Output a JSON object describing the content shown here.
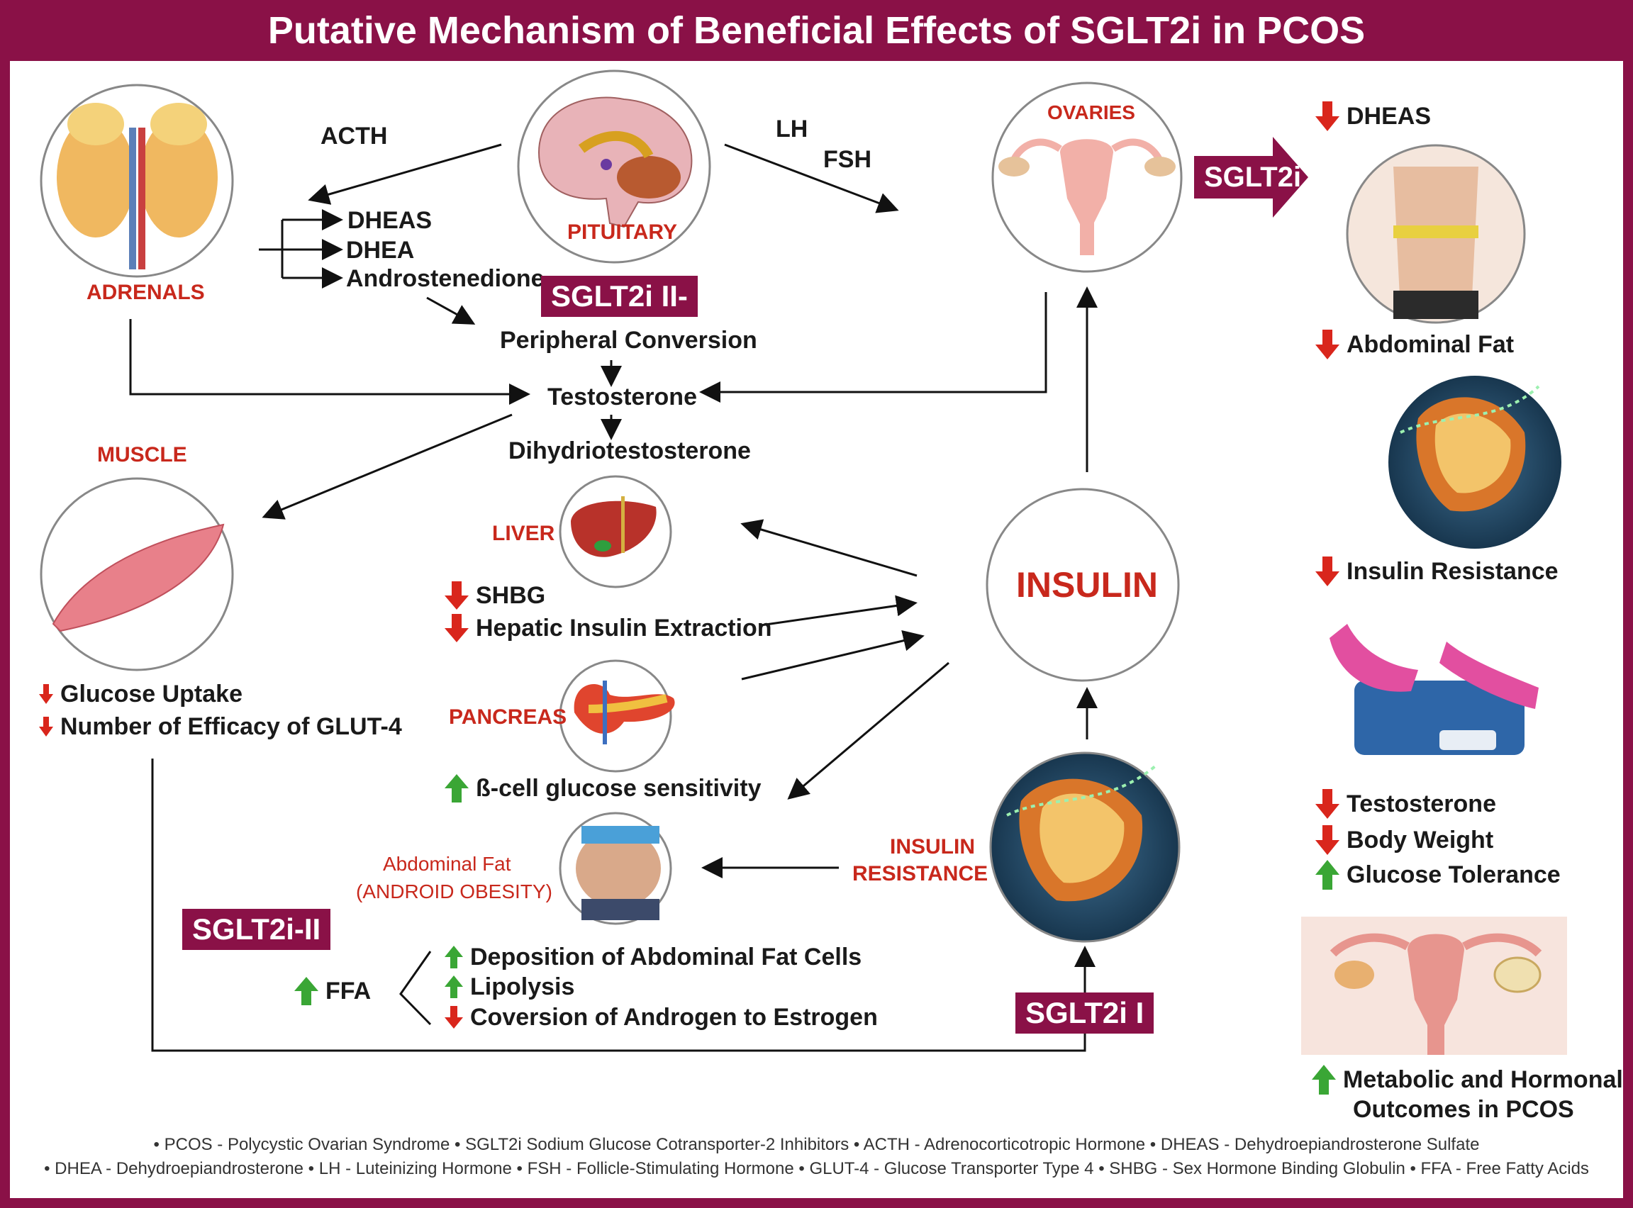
{
  "title": "Putative Mechanism of Beneficial Effects of SGLT2i in PCOS",
  "organs": {
    "adrenals": "ADRENALS",
    "pituitary": "PITUITARY",
    "ovaries": "OVARIES",
    "muscle": "MUSCLE",
    "liver": "LIVER",
    "pancreas": "PANCREAS",
    "abdominal_fat_line1": "Abdominal Fat",
    "abdominal_fat_line2": "(ANDROID OBESITY)",
    "insulin": "INSULIN",
    "insulin_resistance_line1": "INSULIN",
    "insulin_resistance_line2": "RESISTANCE"
  },
  "hormones": {
    "acth": "ACTH",
    "lh": "LH",
    "fsh": "FSH",
    "dheas": "DHEAS",
    "dhea": "DHEA",
    "androstenedione": "Androstenedione",
    "peripheral_conversion": "Peripheral Conversion",
    "testosterone": "Testosterone",
    "dihydrotestosterone": "Dihydriotestosterone"
  },
  "badges": {
    "sglt2i_ii_top": "SGLT2i II-",
    "sglt2i_arrow": "SGLT2i",
    "sglt2i_ii_left": "SGLT2i-II",
    "sglt2i_i": "SGLT2i I"
  },
  "muscle_effects": [
    {
      "dir": "down",
      "text": "Glucose Uptake"
    },
    {
      "dir": "down",
      "text": "Number of Efficacy of GLUT-4"
    }
  ],
  "liver_effects": [
    {
      "dir": "down",
      "text": "SHBG"
    },
    {
      "dir": "down",
      "text": "Hepatic Insulin Extraction"
    }
  ],
  "pancreas_effects": [
    {
      "dir": "up",
      "text": "ß-cell glucose sensitivity"
    }
  ],
  "ffa": {
    "dir": "up",
    "text": "FFA"
  },
  "fat_effects": [
    {
      "dir": "up",
      "text": "Deposition of Abdominal Fat Cells"
    },
    {
      "dir": "up",
      "text": "Lipolysis"
    },
    {
      "dir": "down",
      "text": "Coversion of Androgen to Estrogen"
    }
  ],
  "outcomes": {
    "dheas": "DHEAS",
    "abdominal_fat": "Abdominal Fat",
    "insulin_resistance": "Insulin Resistance",
    "testosterone": "Testosterone",
    "body_weight": "Body Weight",
    "glucose_tolerance": "Glucose Tolerance",
    "final_line1": "Metabolic and Hormonal",
    "final_line2": "Outcomes in PCOS"
  },
  "footnotes": [
    "• PCOS - Polycystic Ovarian Syndrome • SGLT2i Sodium Glucose Cotransporter-2 Inhibitors • ACTH - Adrenocorticotropic Hormone • DHEAS - Dehydroepiandrosterone Sulfate",
    "• DHEA - Dehydroepiandrosterone • LH - Luteinizing Hormone • FSH - Follicle-Stimulating Hormone • GLUT-4 - Glucose Transporter Type 4 • SHBG - Sex Hormone Binding Globulin • FFA - Free Fatty Acids"
  ],
  "colors": {
    "brand": "#8a1147",
    "label_red": "#c8281c",
    "up_green": "#3aa635",
    "down_red": "#d9261c"
  }
}
